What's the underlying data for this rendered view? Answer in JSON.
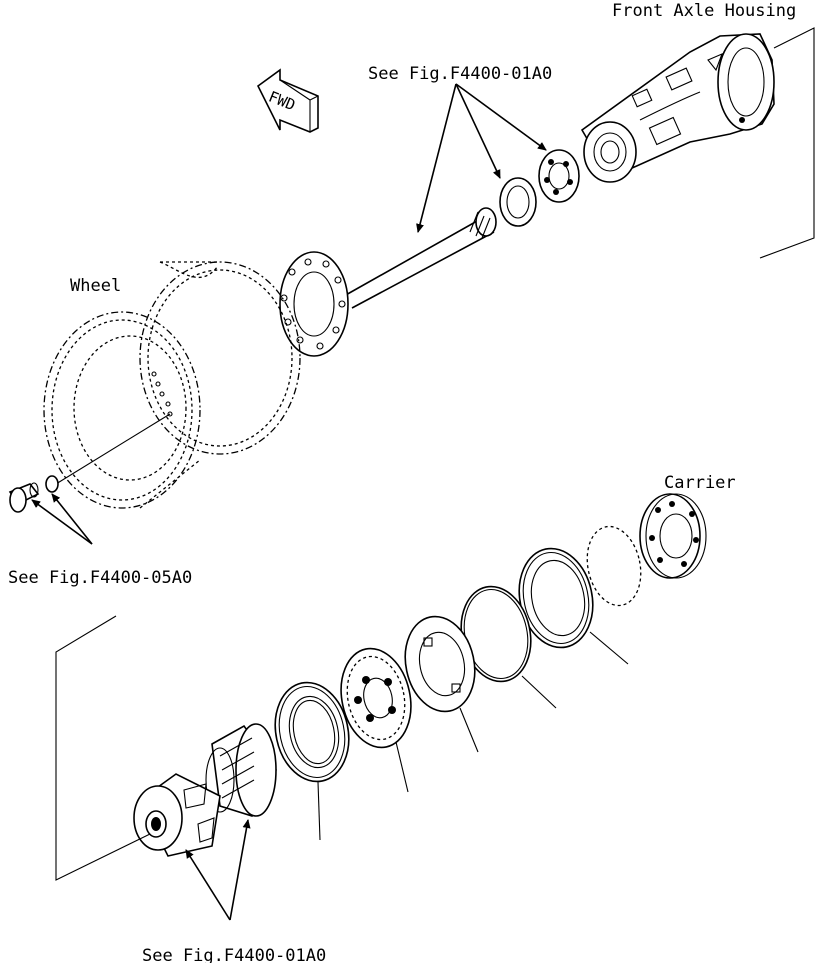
{
  "labels": {
    "front_axle_housing": "Front Axle Housing",
    "fwd": "FWD",
    "see_fig_top": "See Fig.F4400-01A0",
    "wheel": "Wheel",
    "see_fig_left": "See Fig.F4400-05A0",
    "carrier": "Carrier",
    "see_fig_bottom": "See Fig.F4400-01A0"
  }
}
